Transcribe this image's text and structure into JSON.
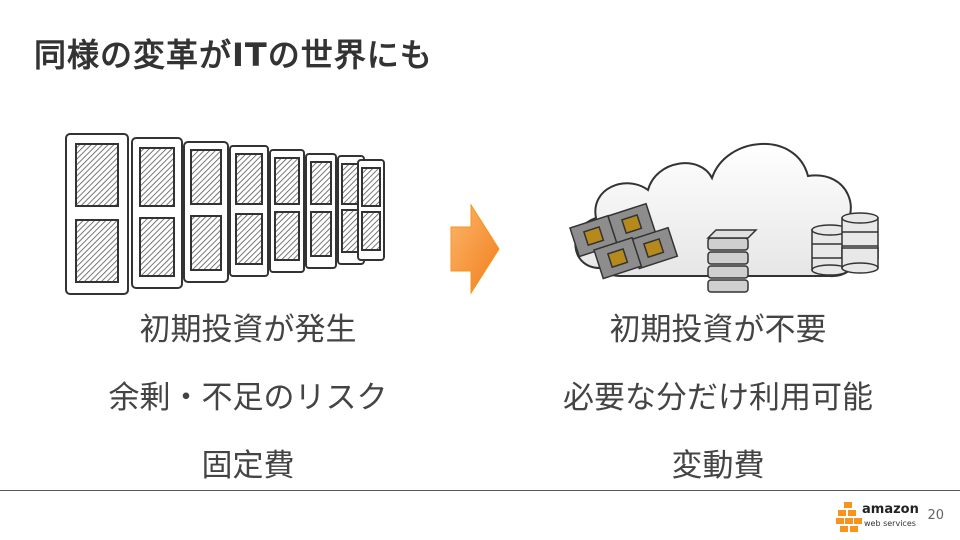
{
  "slide": {
    "title": "同様の変革がITの世界にも",
    "page_number": "20"
  },
  "left": {
    "points": [
      "初期投資が発生",
      "余剰・不足のリスク",
      "固定費"
    ]
  },
  "right": {
    "points": [
      "初期投資が不要",
      "必要な分だけ利用可能",
      "変動費"
    ]
  },
  "logo": {
    "name": "amazon",
    "sub": "web services"
  },
  "colors": {
    "arrow": "#f7941d",
    "title": "#333333",
    "text": "#444444"
  }
}
